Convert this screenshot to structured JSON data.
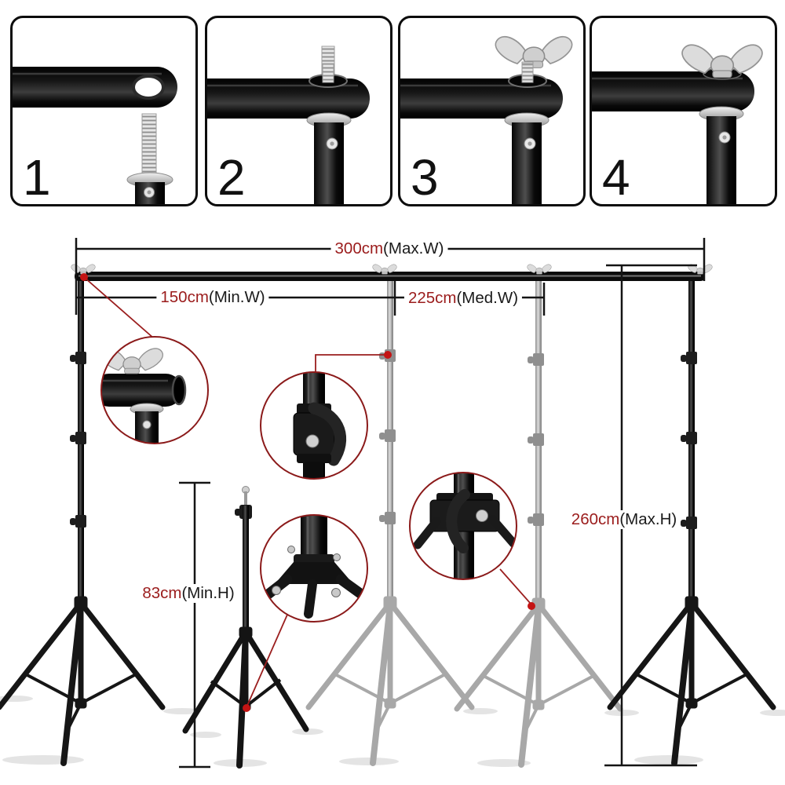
{
  "steps": [
    {
      "number": "1"
    },
    {
      "number": "2"
    },
    {
      "number": "3"
    },
    {
      "number": "4"
    }
  ],
  "dimensions": {
    "max_width": {
      "value": "300cm",
      "qualifier": "(Max.W)"
    },
    "min_width": {
      "value": "150cm",
      "qualifier": "(Min.W)"
    },
    "med_width": {
      "value": "225cm",
      "qualifier": "(Med.W)"
    },
    "max_height": {
      "value": "260cm",
      "qualifier": "(Max.H)"
    },
    "min_height": {
      "value": "83cm",
      "qualifier": "(Min.H)"
    }
  },
  "colors": {
    "accent_red_text": "#9B1C1C",
    "callout_circle_red": "#8B1A1A",
    "connector_red": "#9B1E1E",
    "marker_dot_red": "#C41414",
    "dimension_line": "#141414",
    "black_stand": "#161616",
    "gray_ghost_stand": "#A8A8A8",
    "wing_nut_silver": "#D9D9D9"
  },
  "icons": {
    "wing_nut": "wing-nut-icon",
    "clamp_lever": "clamp-lever-icon",
    "tripod_base": "tripod-base-icon"
  }
}
